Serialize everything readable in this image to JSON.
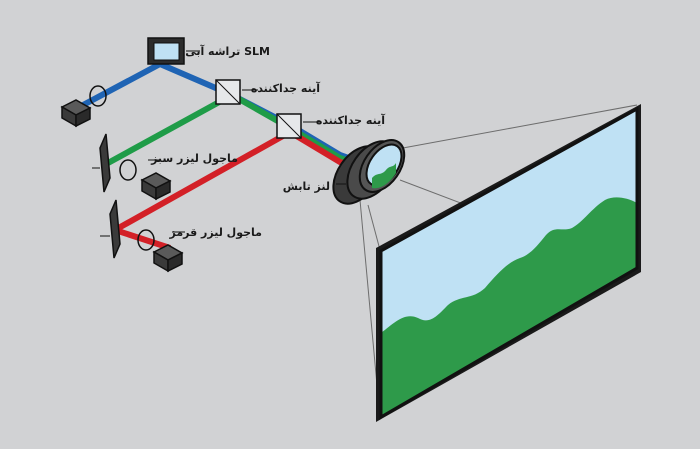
{
  "labels": {
    "slm": "تراشه آبی SLM",
    "dichroic_1": "آینه جداکننده",
    "dichroic_2": "آینه جداکننده",
    "green_laser": "ماجول لیزر سبز",
    "red_laser": "ماجول لیزر قرمز",
    "lens": "لنز تابش"
  },
  "colors": {
    "background": "#d1d2d4",
    "blue_beam": "#1f64b4",
    "green_beam": "#1f9c48",
    "red_beam": "#d32027",
    "sky": "#bfe1f4",
    "hills": "#2e9a4a",
    "device": "#3a3a3a",
    "outline": "#111111"
  },
  "icons": [
    "laser-module-icon",
    "circular-lens-icon",
    "mirror-icon",
    "slm-chip-icon",
    "dichroic-mirror-icon",
    "projection-lens-icon",
    "projection-screen-icon"
  ]
}
